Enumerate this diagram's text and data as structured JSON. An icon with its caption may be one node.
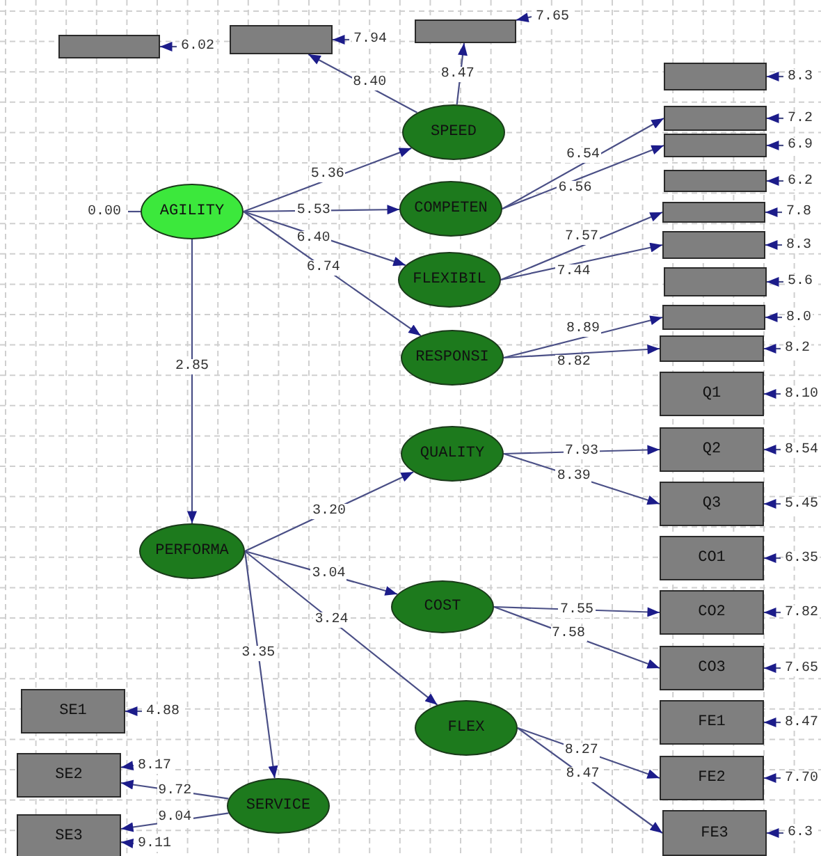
{
  "diagram": {
    "nodes": [
      {
        "text": [],
        "shape": "box"
      },
      {
        "text": [],
        "shape": "box"
      },
      {
        "text": [],
        "shape": "box"
      },
      {
        "text": [],
        "shape": "box"
      },
      {
        "text": [],
        "shape": "box"
      },
      {
        "text": [],
        "shape": "box"
      },
      {
        "text": [],
        "shape": "box"
      },
      {
        "text": [],
        "shape": "box"
      },
      {
        "text": [],
        "shape": "box"
      },
      {
        "text": [],
        "shape": "box"
      },
      {
        "text": [],
        "shape": "box"
      },
      {
        "text": [],
        "shape": "box"
      },
      {
        "text": [
          "SPEED"
        ]
      },
      {
        "text": [
          "COMPETEN"
        ]
      },
      {
        "text": [
          "AGILITY"
        ]
      },
      {
        "text": [
          "FLEXIBIL"
        ]
      },
      {
        "text": [
          "RESPONSI"
        ]
      },
      {
        "text": [
          "Q1"
        ]
      },
      {
        "text": [
          "QUALITY"
        ]
      },
      {
        "text": [
          "Q2"
        ]
      },
      {
        "text": [
          "Q3"
        ]
      },
      {
        "text": [
          "PERFORMA"
        ]
      },
      {
        "text": [
          "CO1"
        ]
      },
      {
        "text": [
          "COST"
        ]
      },
      {
        "text": [
          "CO2"
        ]
      },
      {
        "text": [
          "CO3"
        ]
      },
      {
        "text": [
          "SE1"
        ]
      },
      {
        "text": [
          "FE1"
        ]
      },
      {
        "text": [
          "FLEX"
        ]
      },
      {
        "text": [
          "FE2"
        ]
      },
      {
        "text": [
          "SE2"
        ]
      },
      {
        "text": [
          "SERVICE"
        ]
      },
      {
        "text": [
          "SE3"
        ]
      },
      {
        "text": [
          "FE3"
        ]
      }
    ],
    "edges": [
      {
        "from": 14,
        "to": 12,
        "arrow": "to",
        "label": "5.36"
      },
      {
        "from": 14,
        "to": 13,
        "arrow": "to",
        "label": "5.53"
      },
      {
        "from": 14,
        "to": 15,
        "arrow": "to",
        "label": "6.40"
      },
      {
        "from": 14,
        "to": 16,
        "arrow": "to",
        "label": "6.74"
      },
      {
        "from": 14,
        "to": 21,
        "arrow": "to",
        "label": "2.85"
      },
      {
        "from": 12,
        "to": 1,
        "arrow": "to",
        "label": "8.40"
      },
      {
        "from": 12,
        "to": 2,
        "arrow": "to",
        "label": "8.47"
      },
      {
        "from": 13,
        "to": 4,
        "arrow": "to",
        "label": "6.54"
      },
      {
        "from": 13,
        "to": 5,
        "arrow": "to",
        "label": "6.56"
      },
      {
        "from": 15,
        "to": 7,
        "arrow": "to",
        "label": "7.57"
      },
      {
        "from": 15,
        "to": 8,
        "arrow": "to",
        "label": "7.44"
      },
      {
        "from": 16,
        "to": 10,
        "arrow": "to",
        "label": "8.89"
      },
      {
        "from": 16,
        "to": 11,
        "arrow": "to",
        "label": "8.82"
      },
      {
        "from": 21,
        "to": 18,
        "arrow": "to",
        "label": "3.20"
      },
      {
        "from": 21,
        "to": 23,
        "arrow": "to",
        "label": "3.04"
      },
      {
        "from": 21,
        "to": 28,
        "arrow": "to",
        "label": "3.24"
      },
      {
        "from": 21,
        "to": 31,
        "arrow": "to",
        "label": "3.35"
      },
      {
        "from": 18,
        "to": 19,
        "arrow": "to",
        "label": "7.93"
      },
      {
        "from": 18,
        "to": 20,
        "arrow": "to",
        "label": "8.39"
      },
      {
        "from": 23,
        "to": 24,
        "arrow": "to",
        "label": "7.55"
      },
      {
        "from": 23,
        "to": 25,
        "arrow": "to",
        "label": "7.58"
      },
      {
        "from": 28,
        "to": 29,
        "arrow": "to",
        "label": "8.27"
      },
      {
        "from": 28,
        "to": 33,
        "arrow": "to",
        "label": "8.47"
      },
      {
        "from": 31,
        "to": 30,
        "arrow": "to",
        "label": "9.72"
      },
      {
        "from": 31,
        "to": 32,
        "arrow": "to",
        "label": "9.04"
      },
      {
        "from": null,
        "to": 0,
        "arrow": "to",
        "label": "6.02"
      },
      {
        "from": null,
        "to": 1,
        "arrow": "to",
        "label": "7.94"
      },
      {
        "from": null,
        "to": 2,
        "arrow": "to",
        "label": "7.65"
      },
      {
        "from": null,
        "to": 3,
        "arrow": "to",
        "label": "8.3"
      },
      {
        "from": null,
        "to": 4,
        "arrow": "to",
        "label": "7.2"
      },
      {
        "from": null,
        "to": 5,
        "arrow": "to",
        "label": "6.9"
      },
      {
        "from": null,
        "to": 6,
        "arrow": "to",
        "label": "6.2"
      },
      {
        "from": null,
        "to": 7,
        "arrow": "to",
        "label": "7.8"
      },
      {
        "from": null,
        "to": 8,
        "arrow": "to",
        "label": "8.3"
      },
      {
        "from": null,
        "to": 9,
        "arrow": "to",
        "label": "5.6"
      },
      {
        "from": null,
        "to": 10,
        "arrow": "to",
        "label": "8.0"
      },
      {
        "from": null,
        "to": 11,
        "arrow": "to",
        "label": "8.2"
      },
      {
        "from": null,
        "to": 17,
        "arrow": "to",
        "label": "8.10"
      },
      {
        "from": null,
        "to": 19,
        "arrow": "to",
        "label": "8.54"
      },
      {
        "from": null,
        "to": 20,
        "arrow": "to",
        "label": "5.45"
      },
      {
        "from": null,
        "to": 22,
        "arrow": "to",
        "label": "6.35"
      },
      {
        "from": null,
        "to": 24,
        "arrow": "to",
        "label": "7.82"
      },
      {
        "from": null,
        "to": 25,
        "arrow": "to",
        "label": "7.65"
      },
      {
        "from": null,
        "to": 27,
        "arrow": "to",
        "label": "8.47"
      },
      {
        "from": null,
        "to": 29,
        "arrow": "to",
        "label": "7.70"
      },
      {
        "from": null,
        "to": 33,
        "arrow": "to",
        "label": "6.3"
      },
      {
        "from": null,
        "to": 26,
        "arrow": "to",
        "label": "4.88"
      },
      {
        "from": null,
        "to": 30,
        "arrow": "to",
        "label": "8.17"
      },
      {
        "from": null,
        "to": 32,
        "arrow": "to",
        "label": "9.11"
      },
      {
        "from": null,
        "to": 14,
        "arrow": "none",
        "label": "0.00"
      }
    ]
  }
}
